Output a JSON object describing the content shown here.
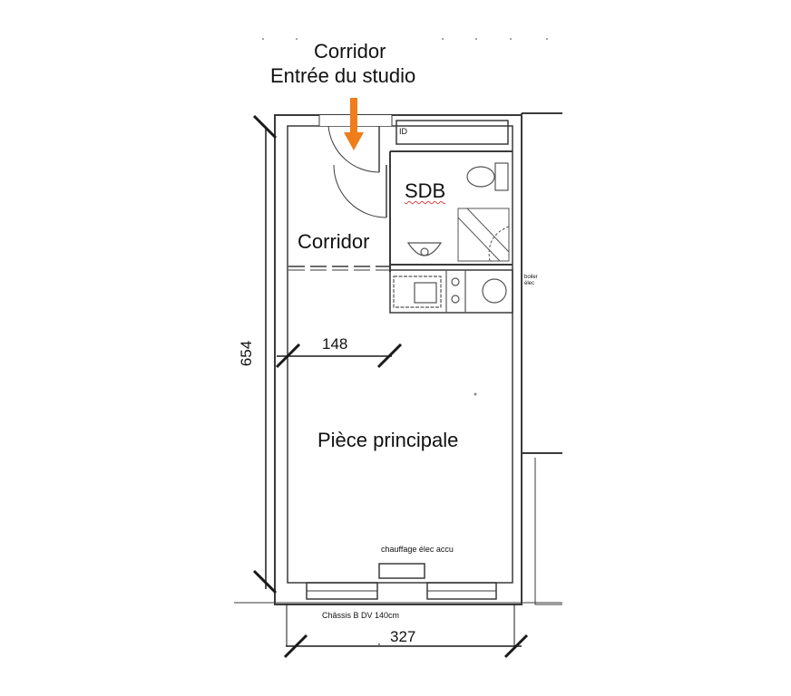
{
  "labels": {
    "entrance_line1": "Corridor",
    "entrance_line2": "Entrée du studio",
    "sdb": "SDB",
    "corridor": "Corridor",
    "main_room": "Pièce principale",
    "heating": "chauffage élec accu",
    "window": "Châssis B DV 140cm",
    "meter": "ID",
    "water_heater": "boiler élec"
  },
  "dimensions": {
    "height": "654",
    "corridor_width": "148",
    "total_width": "327"
  },
  "colors": {
    "arrow": "#ee7d1a",
    "wall": "#3a3a3a",
    "fixture": "#555555",
    "background": "#ffffff"
  },
  "icons": {
    "entrance": "entrance-arrow-icon",
    "toilet": "toilet-icon",
    "shower": "shower-icon",
    "sink": "sink-icon",
    "kitchen_sink": "kitchen-sink-icon",
    "hob": "hob-icon",
    "water_heater": "water-heater-icon"
  }
}
